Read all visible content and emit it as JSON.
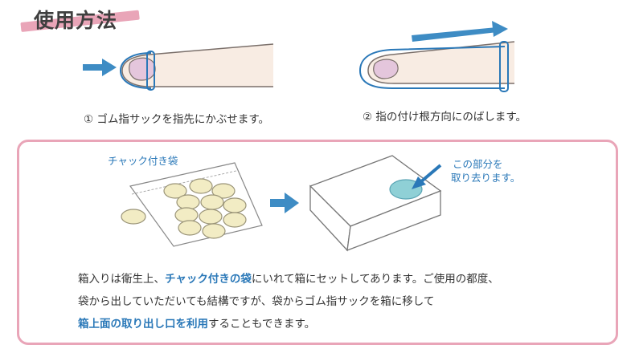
{
  "title": "使用方法",
  "steps": [
    {
      "label": "① ゴム指サックを指先にかぶせます。"
    },
    {
      "label": "② 指の付け根方向にのばします。"
    }
  ],
  "panel": {
    "bag_label": "チャック付き袋",
    "callout_line1": "この部分を",
    "callout_line2": "取り去ります。",
    "para1_a": "箱入りは衛生上、",
    "para1_b": "チャック付きの袋",
    "para1_c": "にいれて箱にセットしてあります。ご使用の都度、",
    "para2": "袋から出していただいても結構ですが、袋からゴム指サックを箱に移して",
    "para3_a": "箱上面の取り出し口を利用",
    "para3_b": "することもできます。"
  },
  "colors": {
    "accent_blue": "#2a78b8",
    "arrow_blue": "#3e8cc4",
    "pink": "#e9a5b8",
    "finger": "#f8ece3",
    "nail": "#e4c6dc"
  },
  "icons": [
    "arrow-right-icon",
    "finger-icon",
    "fingercot-icon",
    "zipper-bag-icon",
    "box-icon",
    "arrow-callout-icon"
  ]
}
